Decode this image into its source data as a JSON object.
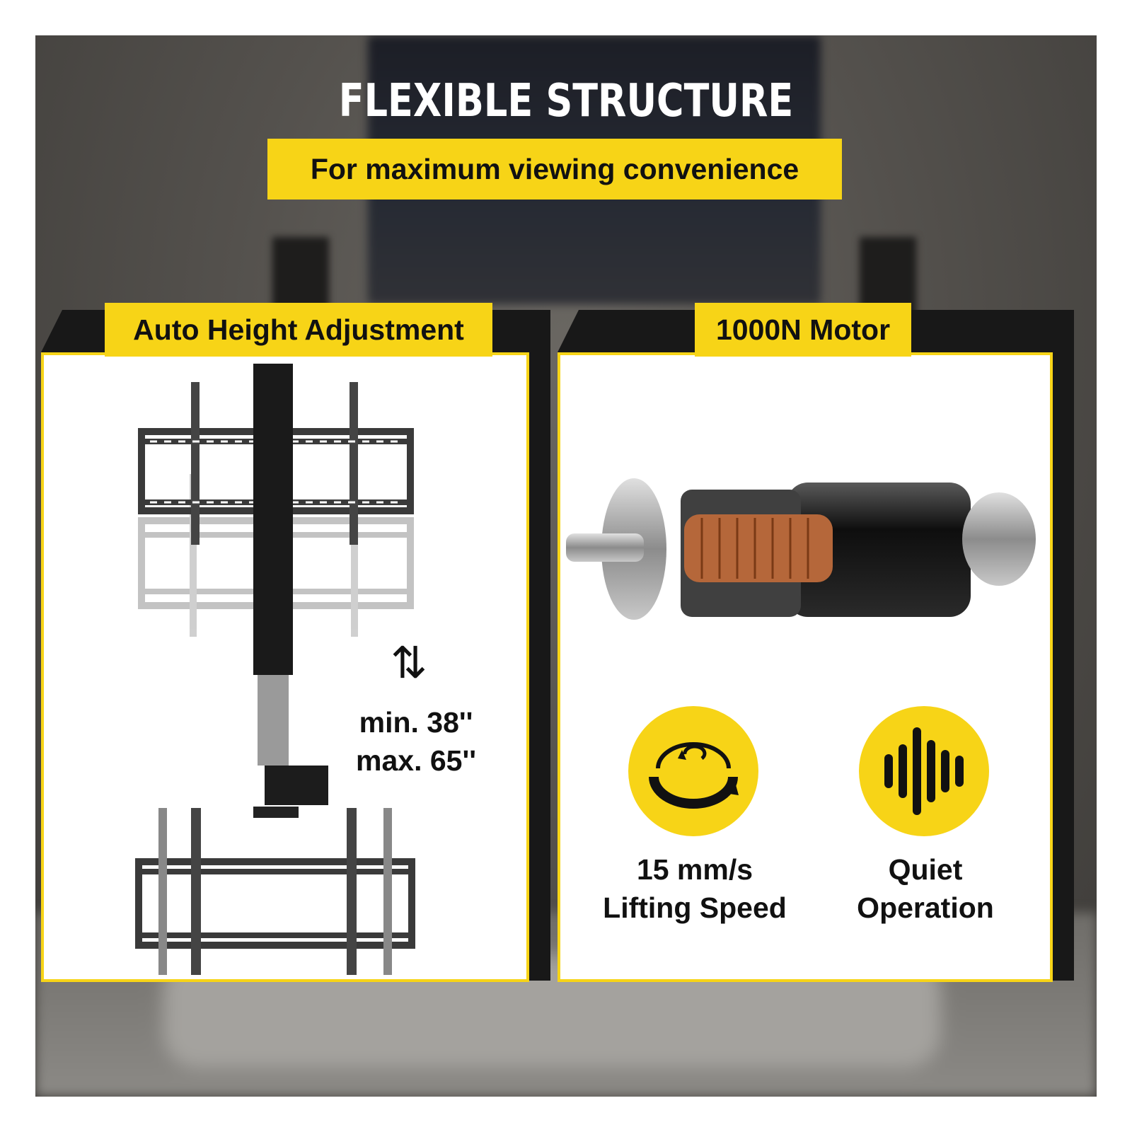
{
  "header": {
    "title": "FLEXIBLE STRUCTURE",
    "subtitle": "For maximum viewing convenience"
  },
  "left_panel": {
    "tag": "Auto Height Adjustment",
    "height_min": "min. 38''",
    "height_max": "max. 65''",
    "arrow_icon": "up-down-arrows-icon"
  },
  "right_panel": {
    "tag": "1000N Motor",
    "features": [
      {
        "icon": "rotation-icon",
        "line1": "15 mm/s",
        "line2": "Lifting Speed"
      },
      {
        "icon": "sound-wave-icon",
        "line1": "Quiet",
        "line2": "Operation"
      }
    ]
  },
  "colors": {
    "accent_yellow": "#f7d417",
    "text_dark": "#111111",
    "panel_bg": "#ffffff"
  }
}
